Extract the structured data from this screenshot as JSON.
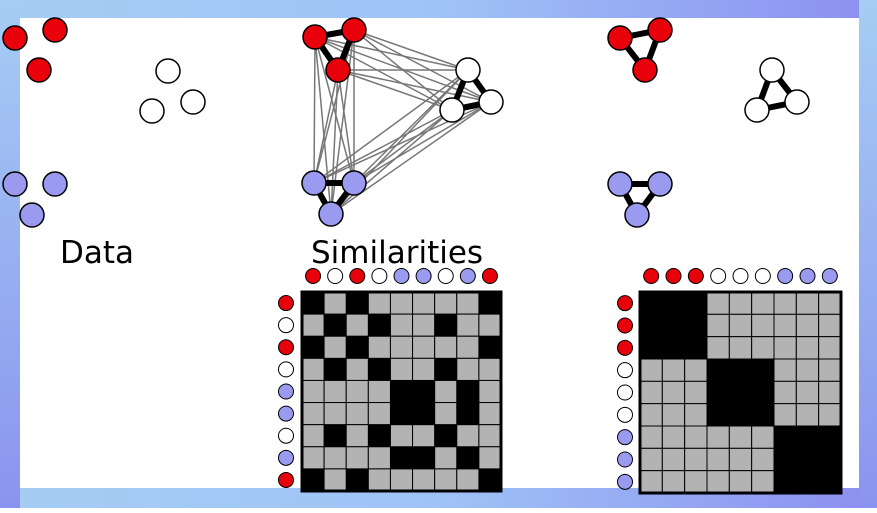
{
  "colors": {
    "red": "#e8000b",
    "white": "#ffffff",
    "blue": "#9a9af0",
    "frame_top": "#a0c8f5",
    "frame_bottom": "#8a90ee",
    "frame_mid": "#8fb8f7",
    "cell_on": "#000000",
    "cell_off": "#b3b3b3",
    "edge_gray": "#777777"
  },
  "captions": {
    "data": "Data",
    "similarities": "Similarities"
  },
  "panels": [
    "data",
    "similarity-graph",
    "clustered-graph"
  ],
  "points": {
    "red": 3,
    "white": 3,
    "blue": 3
  },
  "matrix_unsorted": {
    "order": [
      "red",
      "white",
      "red",
      "white",
      "blue",
      "blue",
      "white",
      "blue",
      "red"
    ],
    "legend_row": [
      "red",
      "white",
      "red",
      "white",
      "blue",
      "blue",
      "white",
      "blue",
      "red"
    ],
    "legend_col": [
      "red",
      "white",
      "red",
      "white",
      "blue",
      "blue",
      "white",
      "blue",
      "red"
    ]
  },
  "matrix_sorted": {
    "order": [
      "red",
      "red",
      "red",
      "white",
      "white",
      "white",
      "blue",
      "blue",
      "blue"
    ],
    "legend_row": [
      "red",
      "red",
      "red",
      "white",
      "white",
      "white",
      "blue",
      "blue",
      "blue"
    ],
    "legend_col": [
      "red",
      "red",
      "red",
      "white",
      "white",
      "white",
      "blue",
      "blue",
      "blue"
    ]
  }
}
